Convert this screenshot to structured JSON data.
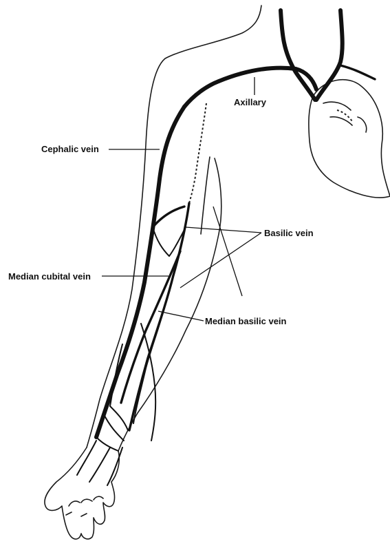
{
  "labels": {
    "axillary": "Axillary",
    "cephalic_vein": "Cephalic vein",
    "basilic_vein": "Basilic vein",
    "median_cubital_vein": "Median cubital vein",
    "median_basilic_vein": "Median basilic vein"
  },
  "colors": {
    "ink": "#111111",
    "background": "#ffffff"
  }
}
